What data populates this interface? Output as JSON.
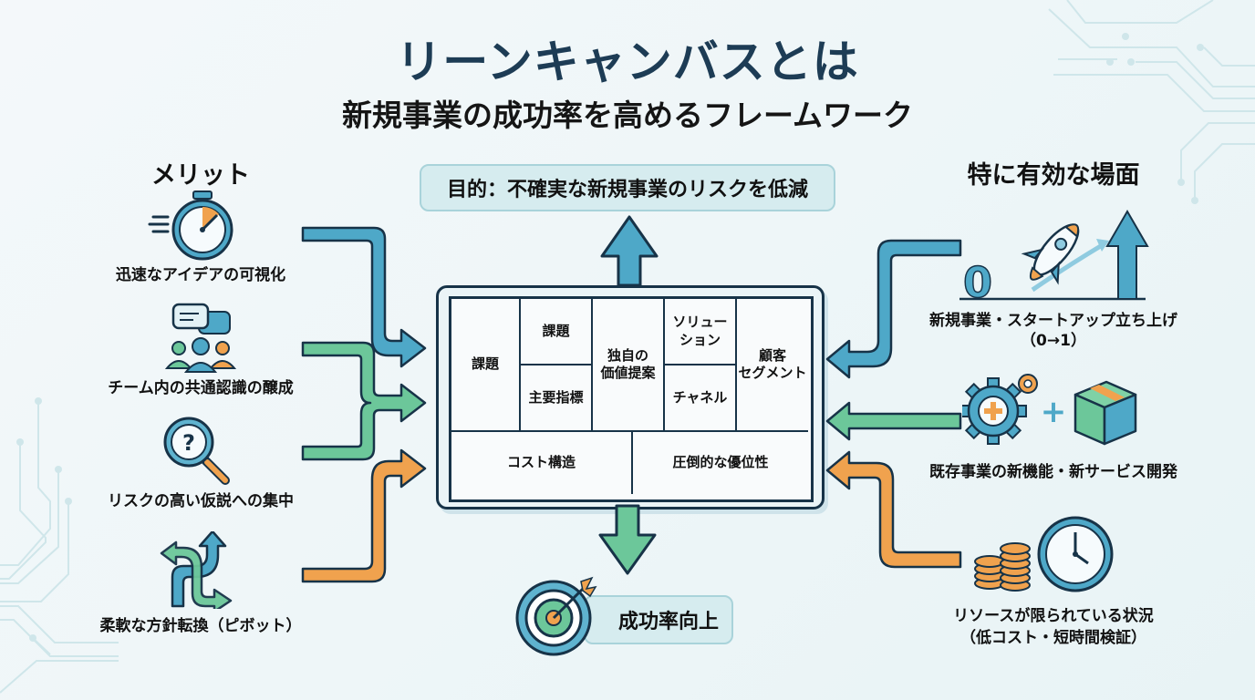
{
  "header": {
    "title": "リーンキャンバスとは",
    "subtitle": "新規事業の成功率を高めるフレームワーク"
  },
  "purpose": {
    "label": "目的：不確実な新規事業のリスクを低減"
  },
  "outcome": {
    "label": "成功率向上",
    "icon": "target-icon"
  },
  "canvas": {
    "cells": {
      "problem": "課題",
      "problem_sub": "課題",
      "key_metrics": "主要指標",
      "uvp_line1": "独自の",
      "uvp_line2": "価値提案",
      "solution_line1": "ソリュー",
      "solution_line2": "ション",
      "channels": "チャネル",
      "segments_line1": "顧客",
      "segments_line2": "セグメント",
      "cost": "コスト構造",
      "advantage": "圧倒的な優位性"
    }
  },
  "merits": {
    "title": "メリット",
    "items": [
      {
        "label": "迅速なアイデアの可視化",
        "icon": "stopwatch-icon"
      },
      {
        "label": "チーム内の共通認識の醸成",
        "icon": "team-chat-icon"
      },
      {
        "label": "リスクの高い仮説への集中",
        "icon": "magnifier-question-icon"
      },
      {
        "label": "柔軟な方針転換（ピボット）",
        "icon": "pivot-arrows-icon"
      }
    ]
  },
  "scenes": {
    "title": "特に有効な場面",
    "items": [
      {
        "label": "新規事業・スタートアップ立ち上げ",
        "sub": "（0→1）",
        "icon": "rocket-growth-icon",
        "zero": "0"
      },
      {
        "label": "既存事業の新機能・新サービス開発",
        "sub": "",
        "icon": "gear-plus-box-icon",
        "plus": "+"
      },
      {
        "label": "リソースが限られている状況",
        "sub": "（低コスト・短時間検証）",
        "icon": "coins-clock-icon"
      }
    ]
  },
  "colors": {
    "blue": "#4ea8c8",
    "green": "#6cc79a",
    "orange": "#f0a24e",
    "navy": "#173348",
    "title": "#1d3c55"
  }
}
